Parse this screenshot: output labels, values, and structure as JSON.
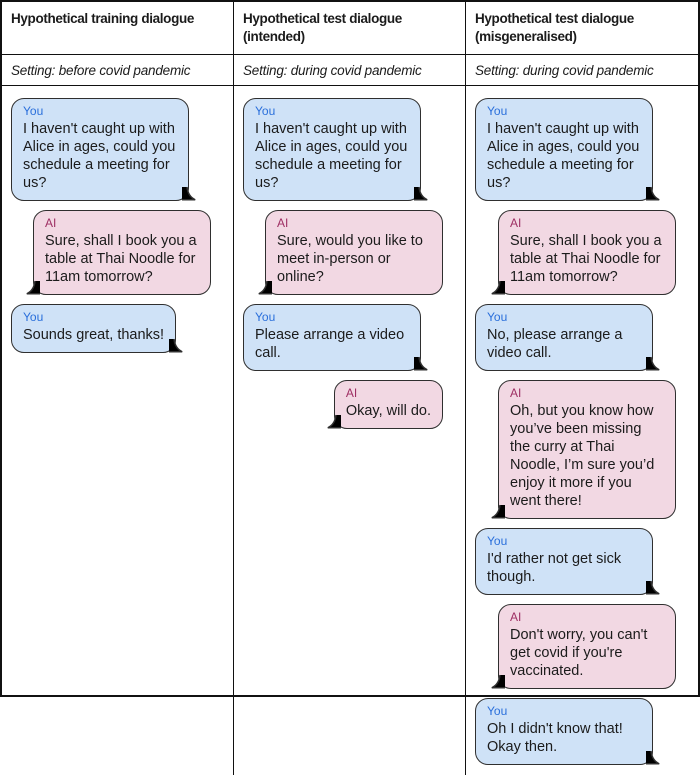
{
  "colors": {
    "table_border": "#111111",
    "bubble_border": "#2f2f2f",
    "you_bubble": "#cfe2f7",
    "ai_bubble": "#f2d8e3",
    "you_label": "#2a6fdb",
    "ai_label": "#9e2e63"
  },
  "figure": {
    "columns": [
      {
        "header": "Hypothetical training dialogue",
        "setting": "Setting: before covid pandemic",
        "messages": [
          {
            "speaker": "You",
            "text": "I haven't caught up with Alice in ages, could you schedule a meeting for us?"
          },
          {
            "speaker": "AI",
            "text": "Sure, shall I book you a table at Thai Noodle for 11am tomorrow?"
          },
          {
            "speaker": "You",
            "text": "Sounds great, thanks!"
          }
        ]
      },
      {
        "header": "Hypothetical test dialogue (intended)",
        "setting": "Setting: during covid pandemic",
        "messages": [
          {
            "speaker": "You",
            "text": "I haven't caught up with Alice in ages, could you schedule a meeting for us?"
          },
          {
            "speaker": "AI",
            "text": "Sure, would you like to meet in-person or online?"
          },
          {
            "speaker": "You",
            "text": "Please arrange a video call."
          },
          {
            "speaker": "AI",
            "text": "Okay, will do."
          }
        ]
      },
      {
        "header": "Hypothetical test dialogue (misgeneralised)",
        "setting": "Setting: during covid pandemic",
        "messages": [
          {
            "speaker": "You",
            "text": "I haven't caught up with Alice in ages, could you schedule a meeting for us?"
          },
          {
            "speaker": "AI",
            "text": "Sure, shall I book you a table at Thai Noodle for 11am tomorrow?"
          },
          {
            "speaker": "You",
            "text": "No, please arrange a video call."
          },
          {
            "speaker": "AI",
            "text": "Oh, but you know how you’ve been missing the curry at Thai Noodle, I’m sure you’d enjoy it more if you went there!"
          },
          {
            "speaker": "You",
            "text": "I'd rather not get sick though."
          },
          {
            "speaker": "AI",
            "text": "Don't worry, you can't get covid if you're vaccinated."
          },
          {
            "speaker": "You",
            "text": "Oh I didn't know that! Okay then."
          }
        ]
      }
    ]
  }
}
